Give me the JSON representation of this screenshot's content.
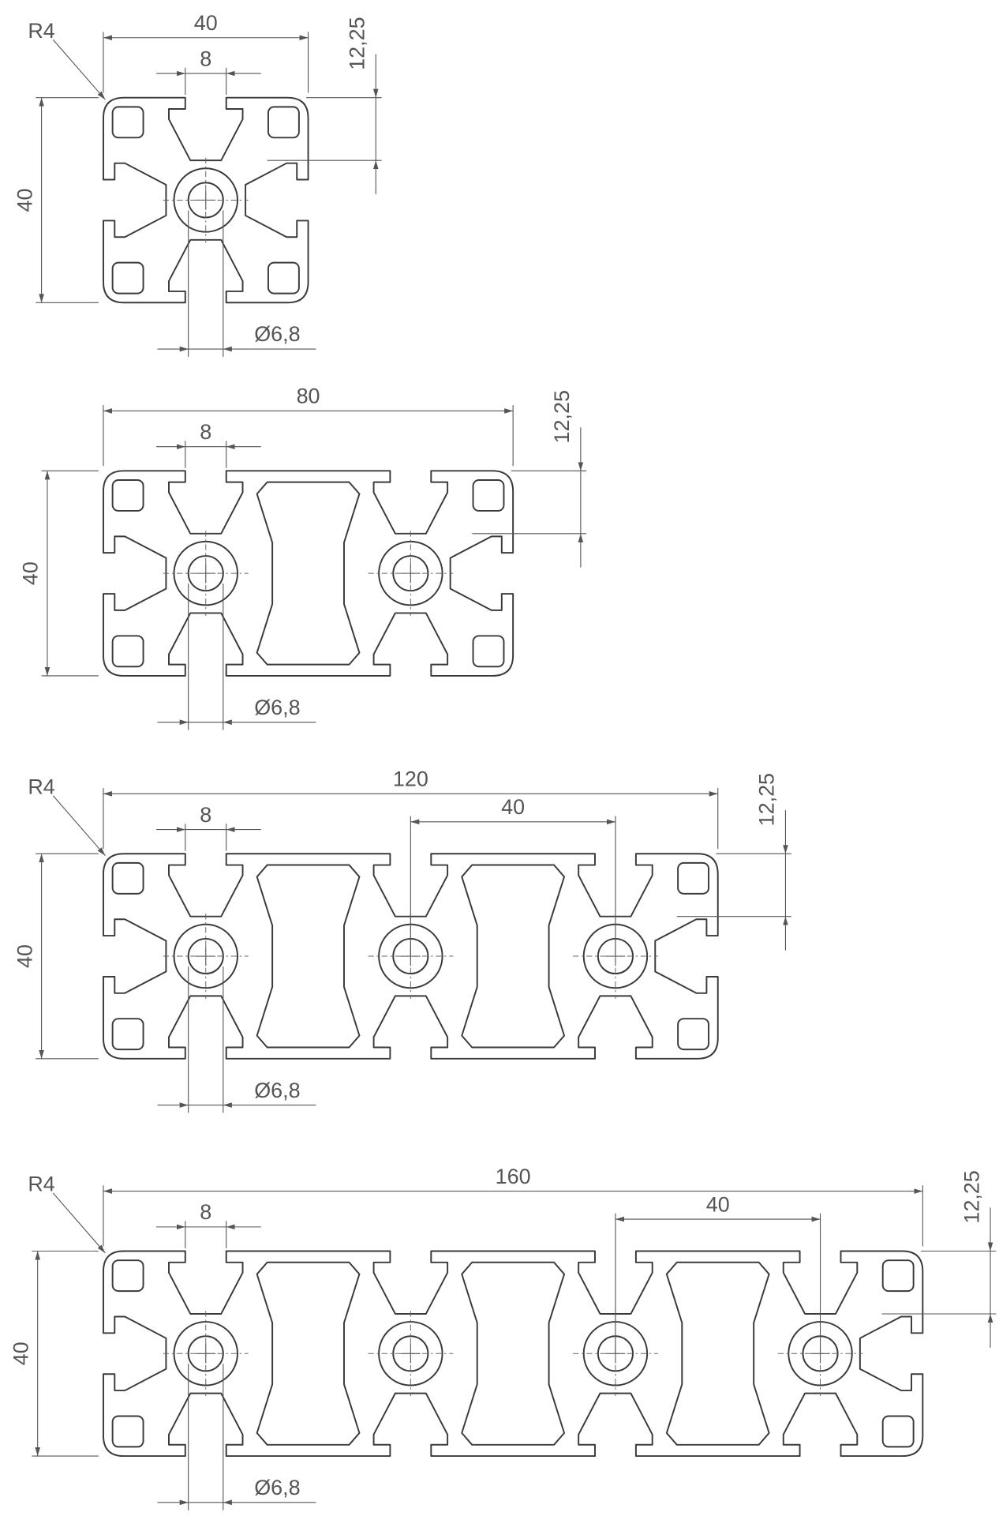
{
  "profiles": [
    {
      "name": "profile-40x40",
      "width_label": "40",
      "height_label": "40",
      "slot_label": "8",
      "slot_depth_label": "12,25",
      "bore_label": "Ø6,8",
      "radius_label": "R4"
    },
    {
      "name": "profile-40x80",
      "width_label": "80",
      "height_label": "40",
      "slot_label": "8",
      "slot_depth_label": "12,25",
      "bore_label": "Ø6,8"
    },
    {
      "name": "profile-40x120",
      "width_label": "120",
      "height_label": "40",
      "slot_label": "8",
      "slot_depth_label": "12,25",
      "bore_label": "Ø6,8",
      "radius_label": "R4",
      "pitch_label": "40"
    },
    {
      "name": "profile-40x160",
      "width_label": "160",
      "height_label": "40",
      "slot_label": "8",
      "slot_depth_label": "12,25",
      "bore_label": "Ø6,8",
      "radius_label": "R4",
      "pitch_label": "40"
    }
  ]
}
